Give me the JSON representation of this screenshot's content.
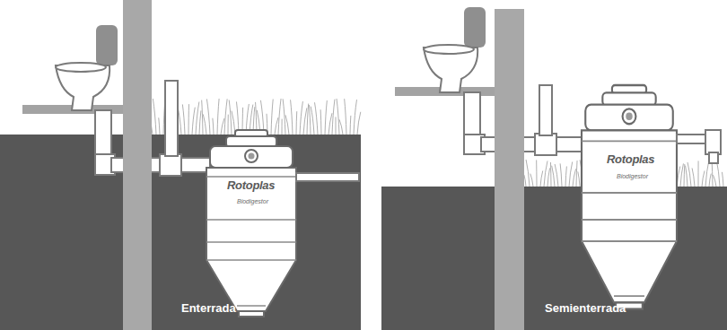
{
  "diagram": {
    "labels": [
      "Rotoplas",
      "Biodigestor",
      "Enterrada",
      "Rotoplas",
      "Biodigestor",
      "Semienterrada"
    ]
  }
}
